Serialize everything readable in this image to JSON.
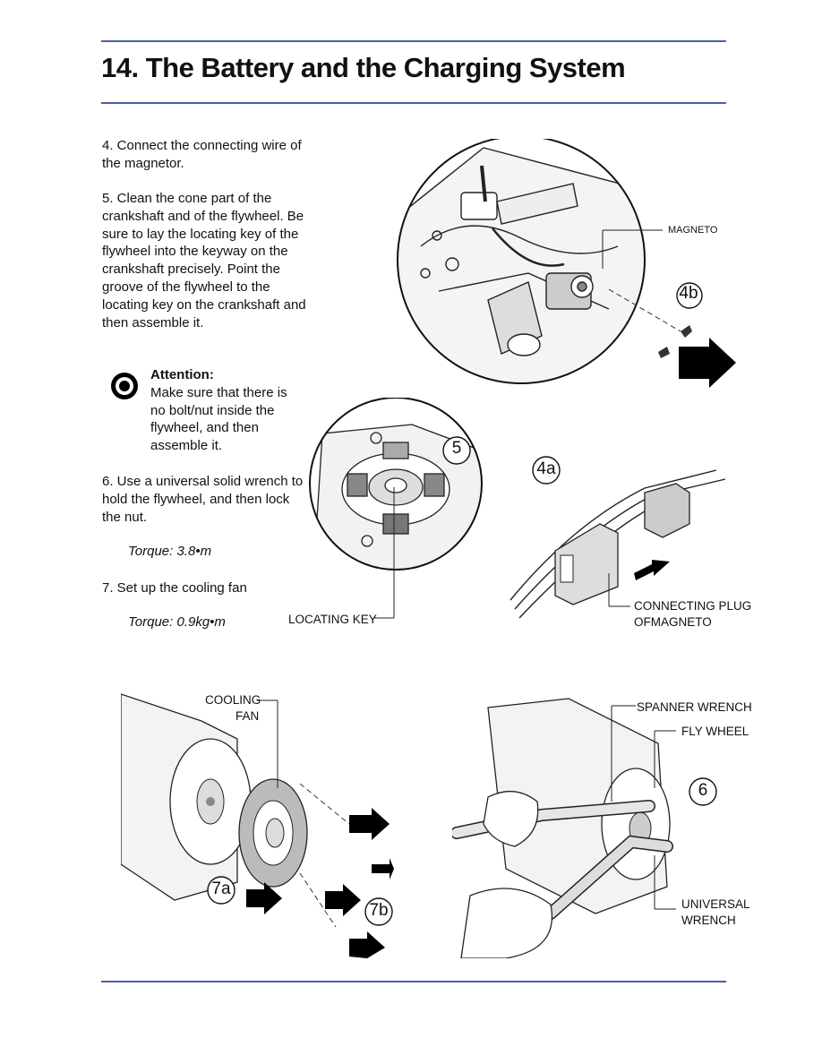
{
  "header": {
    "title": "14. The Battery and the Charging System"
  },
  "steps": {
    "s4": "4.   Connect the connecting wire of the magnetor.",
    "s5": "5.   Clean the cone part of the crankshaft and of the flywheel. Be sure to lay the locating key of the flywheel into the keyway on the crankshaft precisely. Point the groove of the flywheel to the locating key on the crankshaft and then assemble it.",
    "attention_title": "Attention:",
    "attention_body": "Make sure that there is no bolt/nut inside the flywheel, and then assemble it.",
    "s6": "6.   Use a universal solid wrench to hold the flywheel, and then lock the nut.",
    "torque6": "Torque: 3.8•m",
    "s7": "7.   Set up the cooling fan",
    "torque7": "Torque: 0.9kg•m"
  },
  "figures": {
    "magneto_label": "MAGNETO",
    "step_4b": "4b",
    "step_5": "5",
    "locating_key": "LOCATING KEY",
    "step_4a": "4a",
    "connecting_plug_1": "CONNECTING PLUG",
    "connecting_plug_2": "OFMAGNETO",
    "cooling_fan_1": "COOLING",
    "cooling_fan_2": "FAN",
    "step_7a": "7a",
    "step_7b": "7b",
    "spanner_wrench": "SPANNER WRENCH",
    "fly_wheel": "FLY WHEEL",
    "step_6": "6",
    "universal_wrench_1": "UNIVERSAL",
    "universal_wrench_2": "WRENCH"
  },
  "colors": {
    "rule": "#4a5fa6"
  }
}
